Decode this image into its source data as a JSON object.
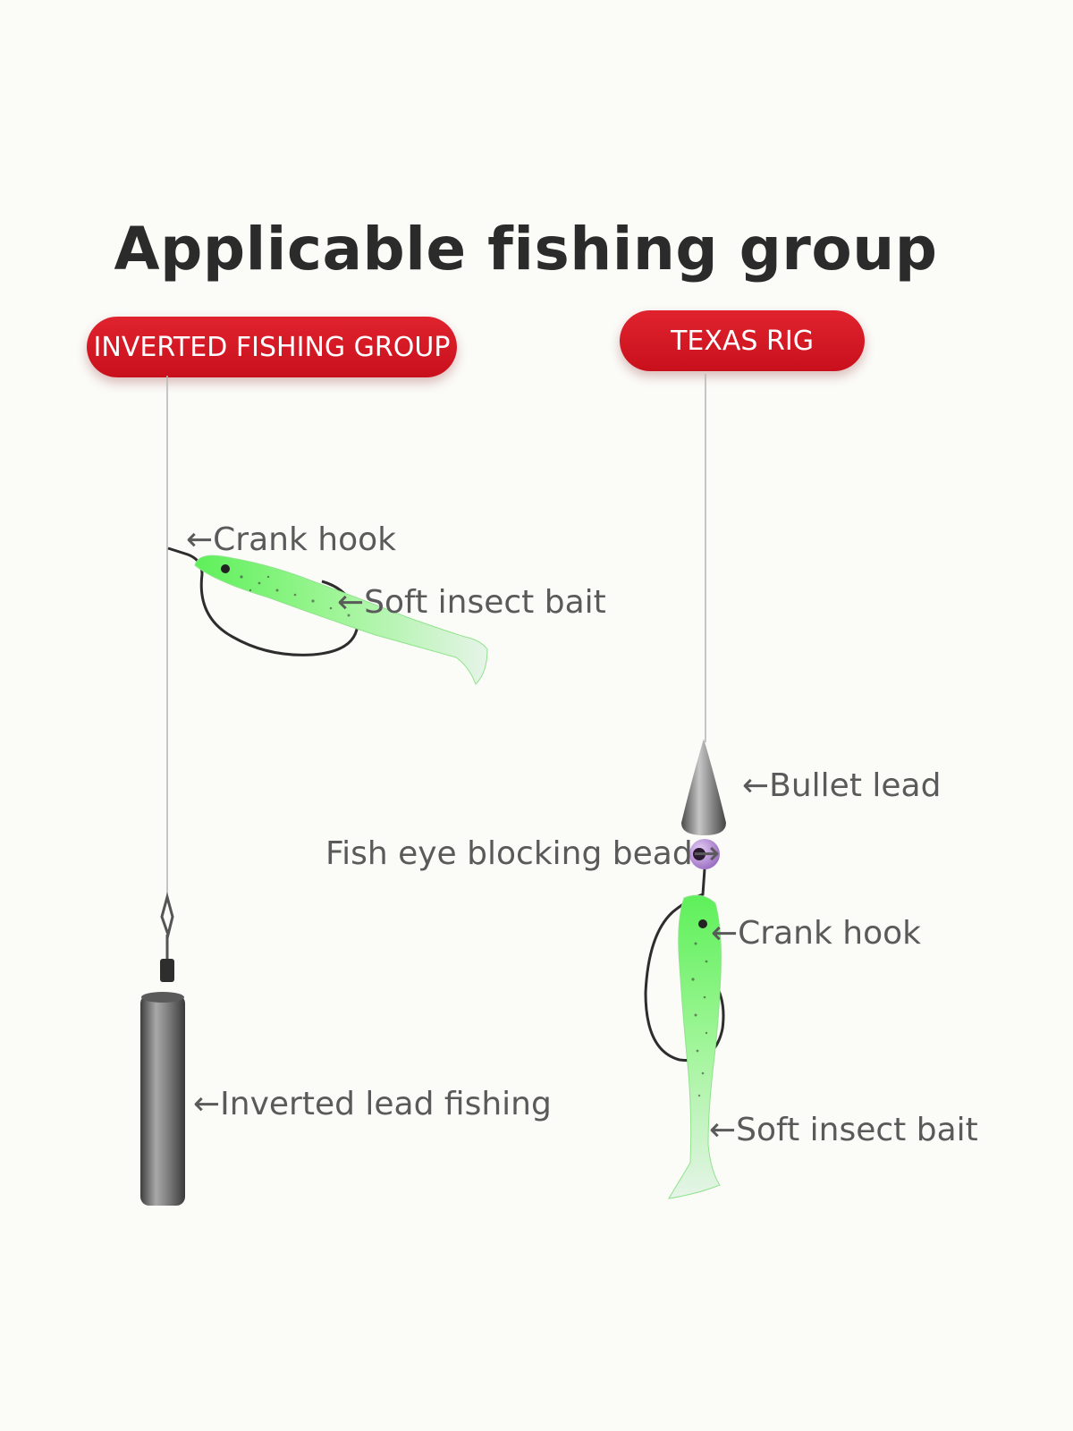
{
  "title": "Applicable fishing group",
  "groups": {
    "left": {
      "name": "INVERTED FISHING GROUP",
      "labels": {
        "crank_hook": "←Crank hook",
        "soft_bait": "←Soft insect bait",
        "lead": "←Inverted lead fishing"
      }
    },
    "right": {
      "name": "TEXAS RIG",
      "labels": {
        "bullet_lead": "←Bullet lead",
        "bead": "Fish eye blocking bead→",
        "crank_hook": "←Crank hook",
        "soft_bait": "←Soft insect bait"
      }
    }
  },
  "colors": {
    "pill": "#d01a24",
    "bait_green": "#6ef26a",
    "bait_white": "#e8f2ea",
    "metal": "#6f6f6f",
    "bead": "#b68ad8"
  }
}
